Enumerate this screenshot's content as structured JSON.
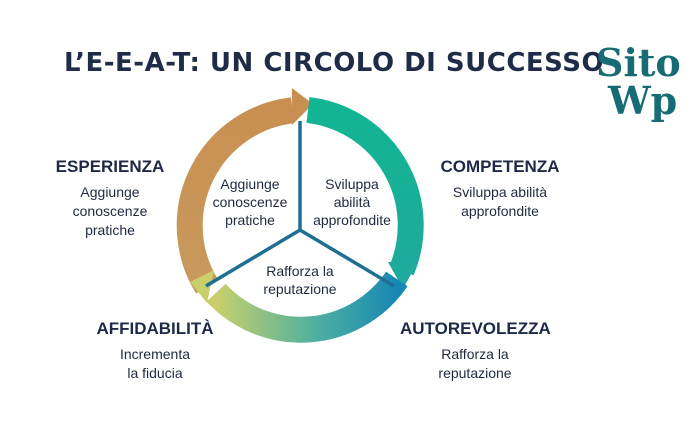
{
  "title": "L’E-E-A-T: UN CIRCOLO DI SUCCESSO",
  "logo": {
    "line1": "Sito",
    "line2": "Wp"
  },
  "stages": {
    "esperienza": {
      "name": "ESPERIENZA",
      "desc": "Aggiunge\nconoscenze\npratiche"
    },
    "competenza": {
      "name": "COMPETENZA",
      "desc": "Sviluppa abilità\napprofondite"
    },
    "autorevolezza": {
      "name": "AUTOREVOLEZZA",
      "desc": "Rafforza la\nreputazione"
    },
    "affidabilita": {
      "name": "AFFIDABILITÀ",
      "desc": "Incrementa\nla fiducia"
    }
  },
  "inner": {
    "left": "Aggiunge\nconoscenze\npratiche",
    "right": "Sviluppa\nabilità\napprofondite",
    "bottom": "Rafforza la\nreputazione"
  },
  "colors": {
    "title": "#1f2c48",
    "logo": "#176b74",
    "ring_orange": "#c9955a",
    "ring_teal": "#19b597",
    "ring_blue": "#1a8fae",
    "ring_green": "#c4cc6a",
    "spokes": "#1f6f93"
  }
}
